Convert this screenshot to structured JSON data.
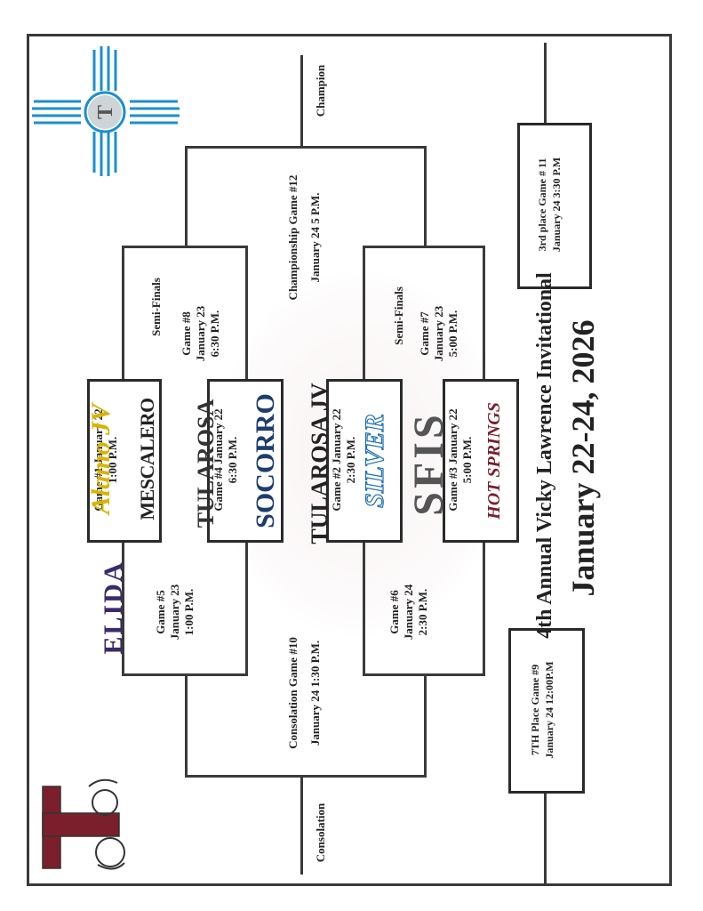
{
  "title": "4th Annual Vicky Lawrence Invitational",
  "dates": "January 22-24, 2026",
  "teams": {
    "alamo": "Alamo JV",
    "elida": "ELIDA",
    "mescalero": "MESCALERO",
    "tularosa": "TULAROSA",
    "socorro": "SOCORRO",
    "tularosa_jv": "TULAROSA JV",
    "silver": "SILVER",
    "sfis": "SFIS",
    "hot_springs": "HOT SPRINGS"
  },
  "games": {
    "g1": [
      "Game #1 January 22",
      "1:00 P.M."
    ],
    "g4": [
      "Game #4 January 22",
      "6:30 P.M."
    ],
    "g2": [
      "Game #2 January 22",
      "2:30 P.M."
    ],
    "g3": [
      "Game #3 January 22",
      "5:00 P.M."
    ],
    "g5": [
      "Game #5",
      "January 23",
      "1:00 P.M."
    ],
    "g6": [
      "Game #6",
      "January 24",
      "2:30 P.M."
    ],
    "g8": [
      "Game #8",
      "January 23",
      "6:30 P.M."
    ],
    "g7": [
      "Game #7",
      "January 23",
      "5:00 P.M."
    ],
    "g12": [
      "Championship Game #12",
      "January 24  5 P.M."
    ],
    "g10": [
      "Consolation Game #10",
      "January 24 1:30 P.M."
    ],
    "g11": [
      "3rd place Game # 11",
      "January 24 3:30 P.M"
    ],
    "g9": [
      "7TH Place Game #9",
      "January 24 12:00P.M"
    ]
  },
  "labels": {
    "semi_top": "Semi-Finals",
    "semi_bottom": "Semi-Finals",
    "champion": "Champion",
    "consolation": "Consolation"
  },
  "colors": {
    "maroon": "#7a1f2b",
    "blue": "#1b8fd0",
    "purple": "#3b2a6b",
    "gold": "#d9b400",
    "dark": "#2a2a2a"
  }
}
